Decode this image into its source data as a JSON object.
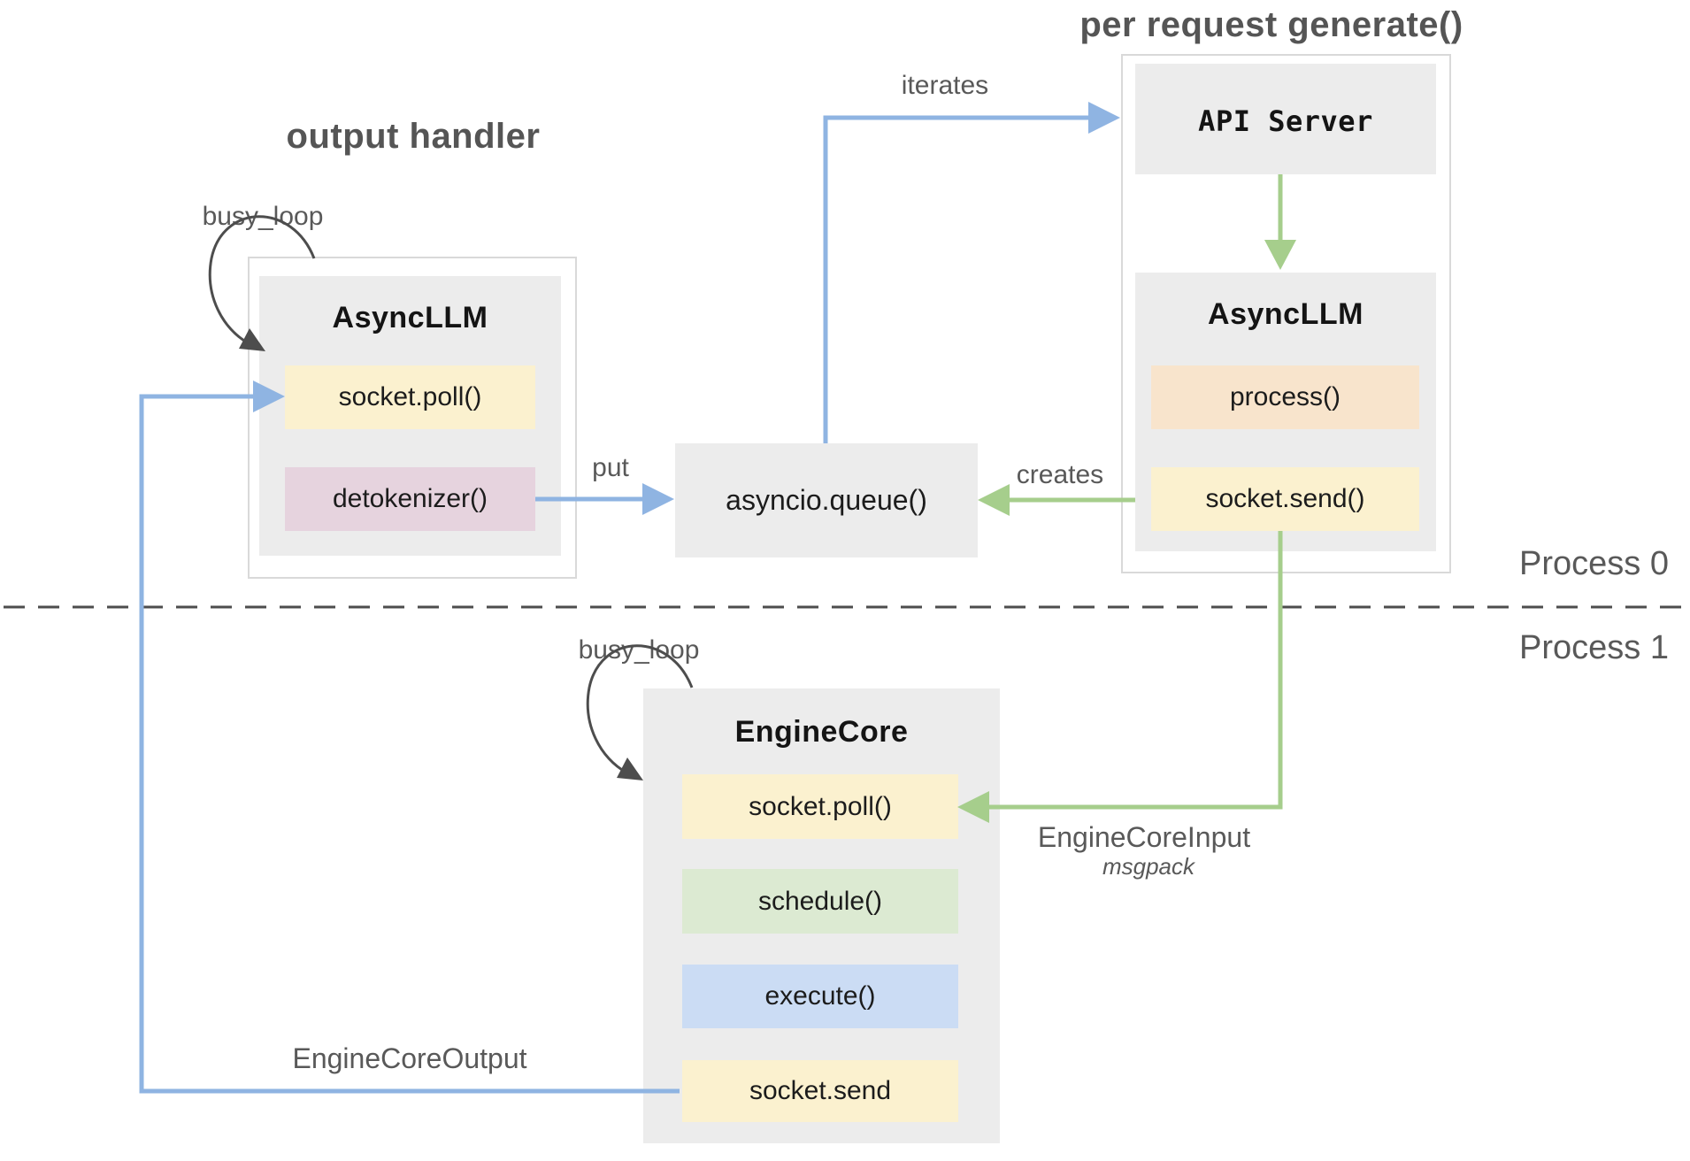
{
  "titles": {
    "output_handler": "output handler",
    "per_request_generate": "per request generate()"
  },
  "process_boundary": {
    "process0": "Process 0",
    "process1": "Process 1"
  },
  "left_asyncllm": {
    "title": "AsyncLLM",
    "methods": {
      "socket_poll": "socket.poll()",
      "detokenizer": "detokenizer()"
    }
  },
  "api_server": {
    "title": "API Server"
  },
  "right_asyncllm": {
    "title": "AsyncLLM",
    "methods": {
      "process": "process()",
      "socket_send": "socket.send()"
    }
  },
  "queue": {
    "label": "asyncio.queue()"
  },
  "engine_core": {
    "title": "EngineCore",
    "methods": {
      "socket_poll": "socket.poll()",
      "schedule": "schedule()",
      "execute": "execute()",
      "socket_send": "socket.send"
    }
  },
  "edge_labels": {
    "busy_loop_top": "busy_loop",
    "busy_loop_bottom": "busy_loop",
    "iterates": "iterates",
    "put": "put",
    "creates": "creates",
    "engine_core_input": "EngineCoreInput",
    "engine_core_input_format": "msgpack",
    "engine_core_output": "EngineCoreOutput"
  },
  "colors": {
    "box_grey": "#ececec",
    "outer_border": "#d9d9d9",
    "yellow": "#fbf1cf",
    "pink": "#e6d3de",
    "peach": "#f8e4cc",
    "green_fill": "#dcead2",
    "blue_fill": "#cbdcf4",
    "arrow_blue": "#8fb4e2",
    "arrow_green": "#a6ce8c",
    "label_grey": "#595959",
    "loop_arrow": "#4d4d4d"
  }
}
